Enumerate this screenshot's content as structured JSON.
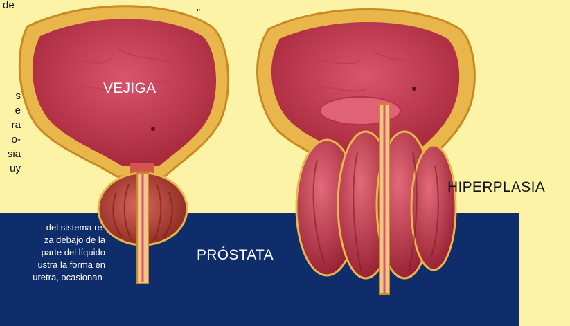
{
  "colors": {
    "background": "#fdf3a6",
    "panel": "#0f2d6b",
    "label_light": "#ffffff",
    "label_dark": "#111111"
  },
  "top_fragment": "de",
  "quote_mark": "”",
  "left_fragments": [
    "s",
    "e",
    "ra",
    "o-",
    "sia",
    "uy"
  ],
  "caption_lines": [
    "del sistema re-",
    "za debajo de la",
    "parte del líquido",
    "ustra la forma en",
    "uretra, ocasionan-"
  ],
  "labels": {
    "vejiga": "VEJIGA",
    "prostata": "PRÓSTATA",
    "hiperplasia": "HIPERPLASIA"
  }
}
